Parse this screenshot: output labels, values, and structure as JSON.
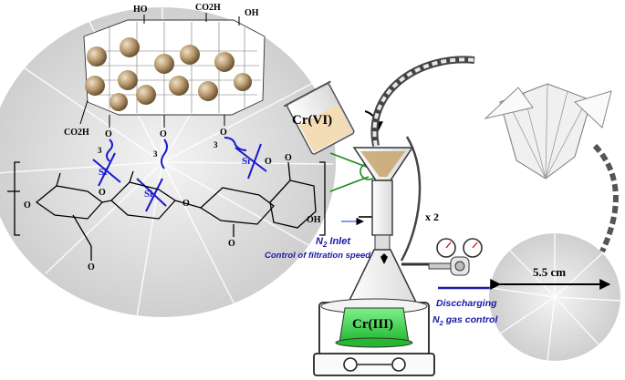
{
  "labels": {
    "ho_top": "HO",
    "co2h_top": "CO2H",
    "oh_top": "OH",
    "co2h_left": "CO2H",
    "oh_cellulose": "OH",
    "o_atom": "O",
    "si_atom": "Si",
    "sub_3": "3",
    "n_prefix": "N",
    "n_subscript": "2",
    "cr6": "Cr(VI)",
    "cr3": "Cr(III)",
    "x2": "x 2",
    "n2_inlet": "Inlet",
    "control_filtration": "Control of filtration speed",
    "discharging": "Disccharging",
    "gas_control": "gas control",
    "size": "5.5 cm"
  },
  "colors": {
    "blue_label": "#1a1aa8",
    "silicon_blue": "#1a1ad0",
    "green_solution": "#3fd14a",
    "gold_particle": "#b89a6e",
    "pointer_green": "#1e8a1e"
  }
}
